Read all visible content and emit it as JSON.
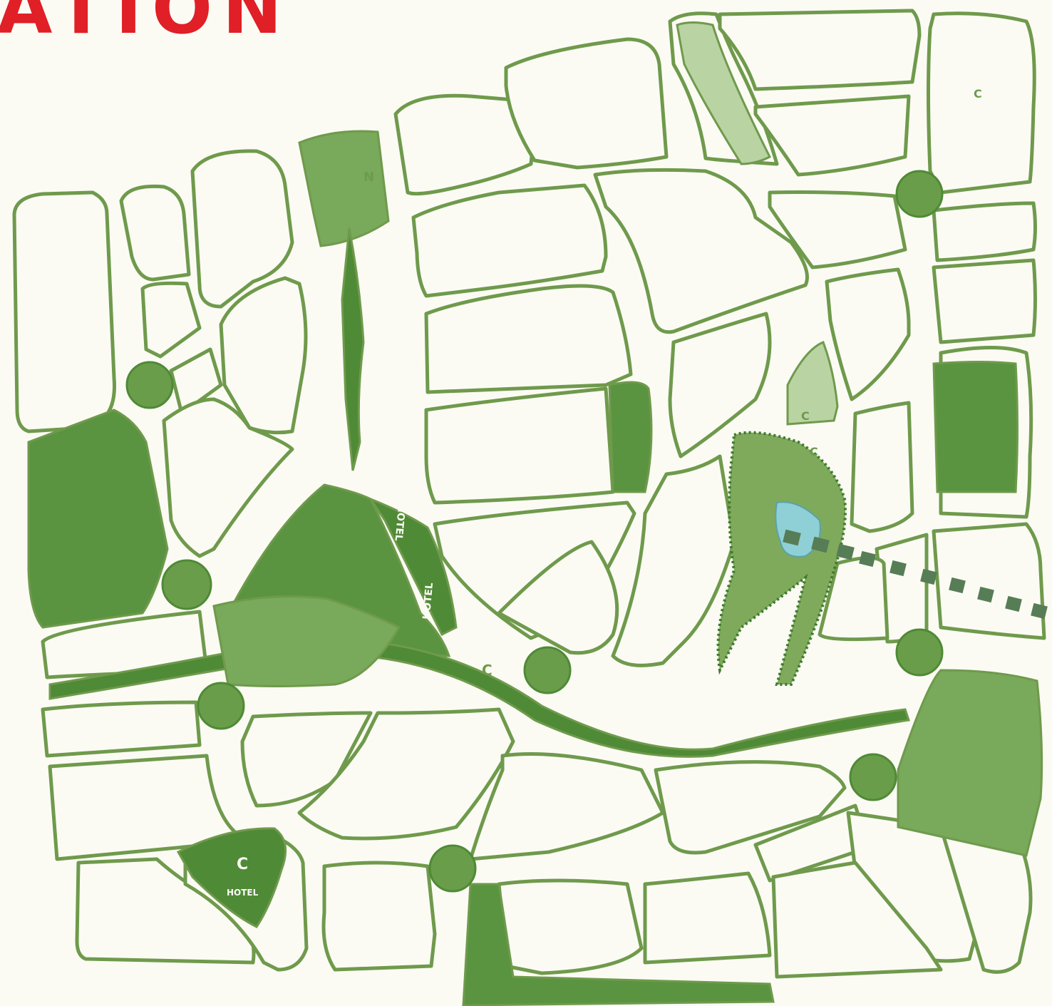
{
  "heading": "ATION",
  "labels": {
    "n_block": "N",
    "hotel_1": "HOTEL",
    "hotel_2": "HOTEL",
    "c_road": "C",
    "c_top_right": "C",
    "c_tri_1": "C",
    "c_tri_2": "C",
    "c_bottom": "C",
    "hotel_bottom": "HOTEL"
  },
  "colors": {
    "background": "#fbfbf4",
    "roads": "#6f9a4c",
    "green_dark": "#4f8a36",
    "green_mid": "#79a95a",
    "green_light": "#b9d3a3",
    "project_water": "#8fd0d6",
    "arrow": "#577d56",
    "heading": "#e01f26"
  }
}
